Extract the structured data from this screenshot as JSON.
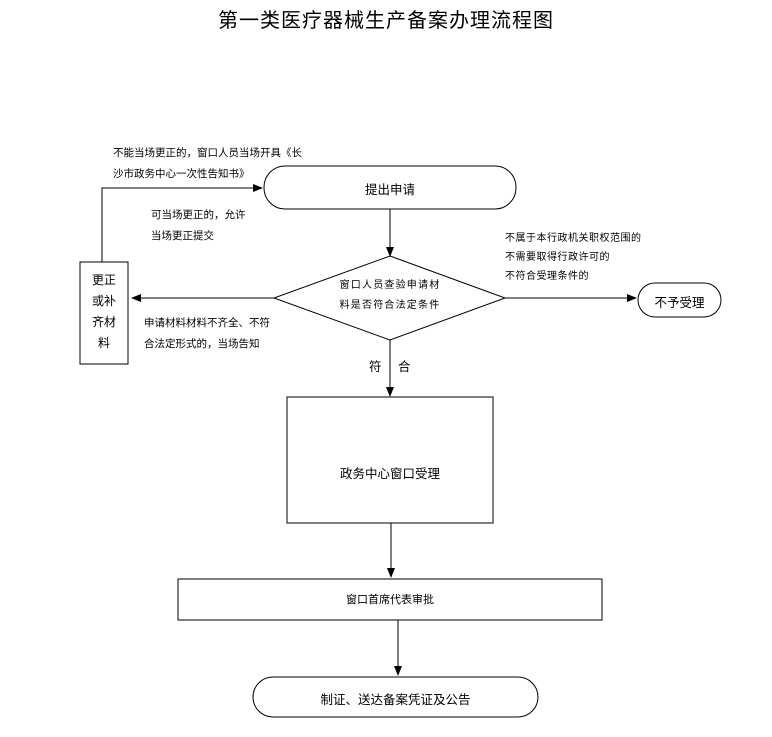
{
  "title": "第一类医疗器械生产备案办理流程图",
  "nodes": {
    "start": "提出申请",
    "review_line1": "窗口人员查验申请材",
    "review_line2": "料是否符合法定条件",
    "supplement_line1": "更正",
    "supplement_line2": "或补",
    "supplement_line3": "齐材",
    "supplement_line4": "料",
    "reject": "不予受理",
    "accept": "政务中心窗口受理",
    "approve": "窗口首席代表审批",
    "finish": "制证、送达备案凭证及公告"
  },
  "labels": {
    "cannot_fix_line1": "不能当场更正的，窗口人员当场开具《长",
    "cannot_fix_line2": "沙市政务中心一次性告知书》",
    "can_fix_line1": "可当场更正的，允许",
    "can_fix_line2": "当场更正提交",
    "out_of_scope_line1": "不属于本行政机关职权范围的",
    "out_of_scope_line2": "不需要取得行政许可的",
    "out_of_scope_line3": "不符合受理条件的",
    "incomplete_line1": "申请材料材料不齐全、不符",
    "incomplete_line2": "合法定形式的，当场告知",
    "conform_left": "符",
    "conform_right": "合"
  }
}
